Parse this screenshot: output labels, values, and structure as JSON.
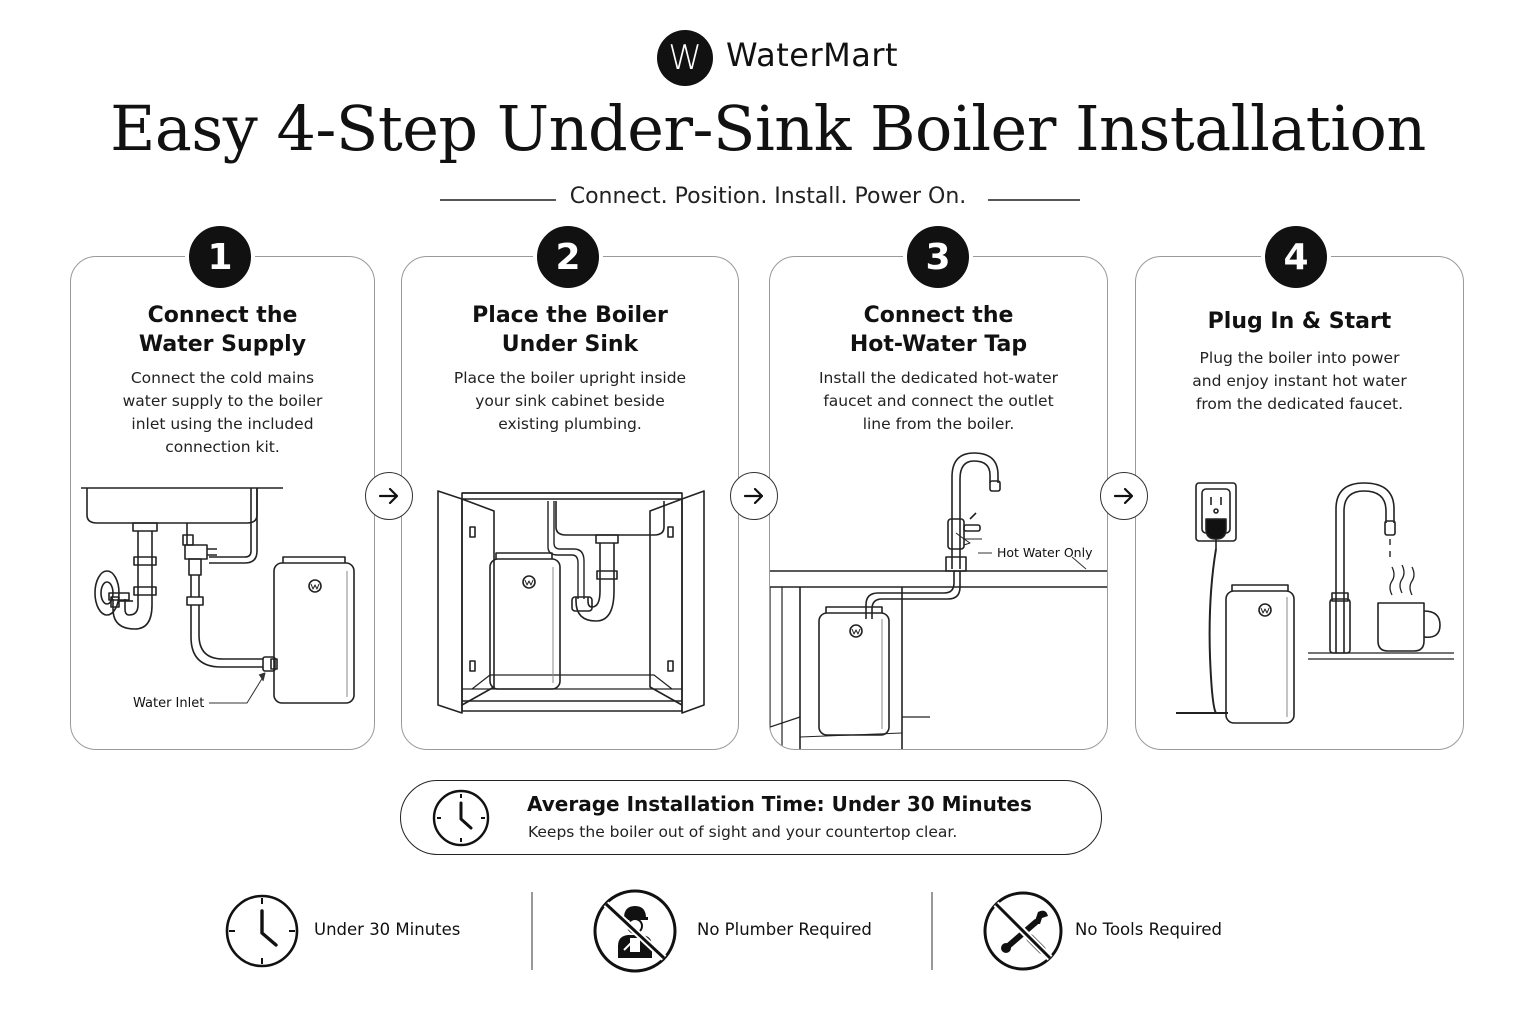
{
  "brand": {
    "logo_letter": "W",
    "name": "WaterMart"
  },
  "title": "Easy 4-Step Under-Sink Boiler Installation",
  "subtitle": "Connect. Position. Install. Power On.",
  "steps": [
    {
      "number": "1",
      "title": "Connect the\nWater Supply",
      "description": "Connect the cold mains\nwater supply to the boiler\ninlet using the included\nconnection kit.",
      "callout": "Water Inlet"
    },
    {
      "number": "2",
      "title": "Place the Boiler\nUnder Sink",
      "description": "Place the boiler upright inside\nyour sink cabinet beside\nexisting plumbing."
    },
    {
      "number": "3",
      "title": "Connect the\nHot-Water Tap",
      "description": "Install the dedicated hot-water\nfaucet and connect the outlet\nline from the boiler.",
      "callout": "Hot Water Only"
    },
    {
      "number": "4",
      "title": "Plug In & Start",
      "description": "Plug the boiler into power\nand enjoy instant hot water\nfrom the dedicated faucet."
    }
  ],
  "banner": {
    "icon": "clock-icon",
    "title": "Average Installation Time: Under 30 Minutes",
    "subtitle": "Keeps the boiler out of sight and your countertop clear."
  },
  "features": [
    {
      "icon": "clock-icon",
      "label": "Under 30 Minutes"
    },
    {
      "icon": "no-plumber-icon",
      "label": "No Plumber Required"
    },
    {
      "icon": "no-tools-icon",
      "label": "No Tools Required"
    }
  ],
  "colors": {
    "ink": "#111111",
    "border": "#9a9a9a",
    "background": "#ffffff"
  }
}
